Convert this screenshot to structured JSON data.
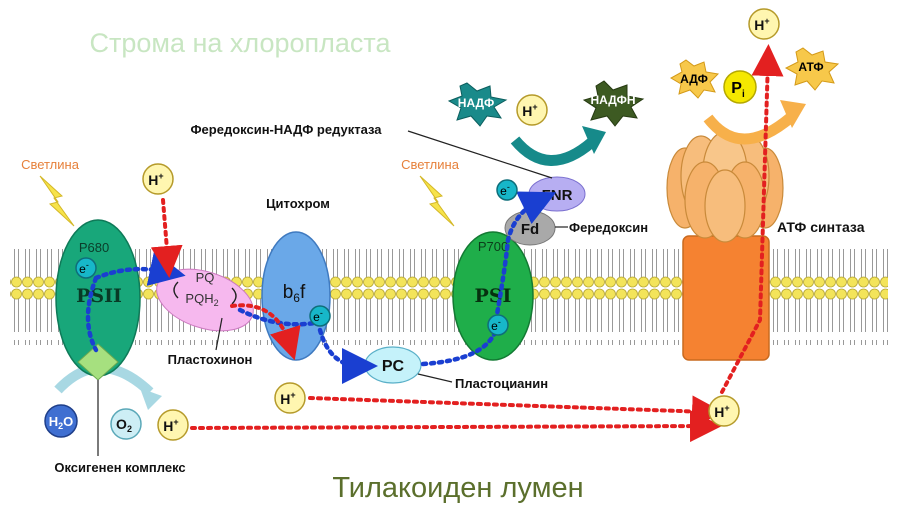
{
  "title_stroma": "Строма на хлоропласта",
  "title_lumen": "Тилакоиден лумен",
  "light_1": "Светлина",
  "light_2": "Светлина",
  "psii": {
    "name": "PSII",
    "center": "P680"
  },
  "psi": {
    "name": "PSI",
    "center": "P700"
  },
  "electron": {
    "base": "e",
    "sup": "-"
  },
  "proton": {
    "base": "H",
    "sup": "+"
  },
  "pq": "PQ",
  "pqh2": {
    "base": "PQH",
    "sub": "2"
  },
  "b6f": {
    "base": "b",
    "sub": "6",
    "tail": "f"
  },
  "pc": "PC",
  "fd": "Fd",
  "fnr": "FNR",
  "water": {
    "base": "H",
    "sub": "2",
    "tail": "O"
  },
  "oxygen": {
    "base": "O",
    "sub": "2"
  },
  "pi": {
    "base": "P",
    "sub": "i"
  },
  "nadp": "НАДФ",
  "nadph": "НАДФН",
  "adp": "АДФ",
  "atp": "АТФ",
  "labels": {
    "cytochrome": "Цитохром",
    "plastoquinone": "Пластохинон",
    "plastocyanin": "Пластоцианин",
    "ferredoxin": "Фередоксин",
    "fnr_full": "Фередоксин-НАДФ редуктаза",
    "oxygen_complex": "Оксигенен комплекс",
    "atp_synthase": "АТФ синтаза"
  },
  "colors": {
    "psii": "#18a77a",
    "psi": "#1fae4a",
    "b6f": "#6aa8e8",
    "pq_blob": "#f6b8ee",
    "pc": "#c5f2fa",
    "fd": "#a9a9a9",
    "fnr": "#b7aef2",
    "atp_synthase_head": "#f6b26b",
    "atp_synthase_stalk": "#f58231",
    "electron": "#17b7c9",
    "proton": "#fff6b0",
    "electron_path": "#1a3fd1",
    "proton_path": "#e32020",
    "title_text": "#c8e6c2",
    "lumen_text": "#5b6f2c",
    "light_text": "#e6803a"
  }
}
